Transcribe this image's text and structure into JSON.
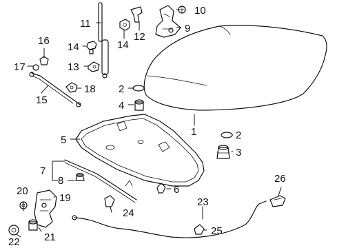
{
  "diagram": {
    "callouts": [
      {
        "id": "1",
        "text": "1"
      },
      {
        "id": "2a",
        "text": "2"
      },
      {
        "id": "2b",
        "text": "2"
      },
      {
        "id": "3",
        "text": "3"
      },
      {
        "id": "4",
        "text": "4"
      },
      {
        "id": "5",
        "text": "5"
      },
      {
        "id": "6",
        "text": "6"
      },
      {
        "id": "7",
        "text": "7"
      },
      {
        "id": "8",
        "text": "8"
      },
      {
        "id": "9",
        "text": "9"
      },
      {
        "id": "10",
        "text": "10"
      },
      {
        "id": "11",
        "text": "11"
      },
      {
        "id": "12",
        "text": "12"
      },
      {
        "id": "13",
        "text": "13"
      },
      {
        "id": "14a",
        "text": "14"
      },
      {
        "id": "14b",
        "text": "14"
      },
      {
        "id": "15",
        "text": "15"
      },
      {
        "id": "16",
        "text": "16"
      },
      {
        "id": "17",
        "text": "17"
      },
      {
        "id": "18",
        "text": "18"
      },
      {
        "id": "19",
        "text": "19"
      },
      {
        "id": "20",
        "text": "20"
      },
      {
        "id": "21",
        "text": "21"
      },
      {
        "id": "22",
        "text": "22"
      },
      {
        "id": "23",
        "text": "23"
      },
      {
        "id": "24",
        "text": "24"
      },
      {
        "id": "25",
        "text": "25"
      },
      {
        "id": "26",
        "text": "26"
      }
    ]
  }
}
